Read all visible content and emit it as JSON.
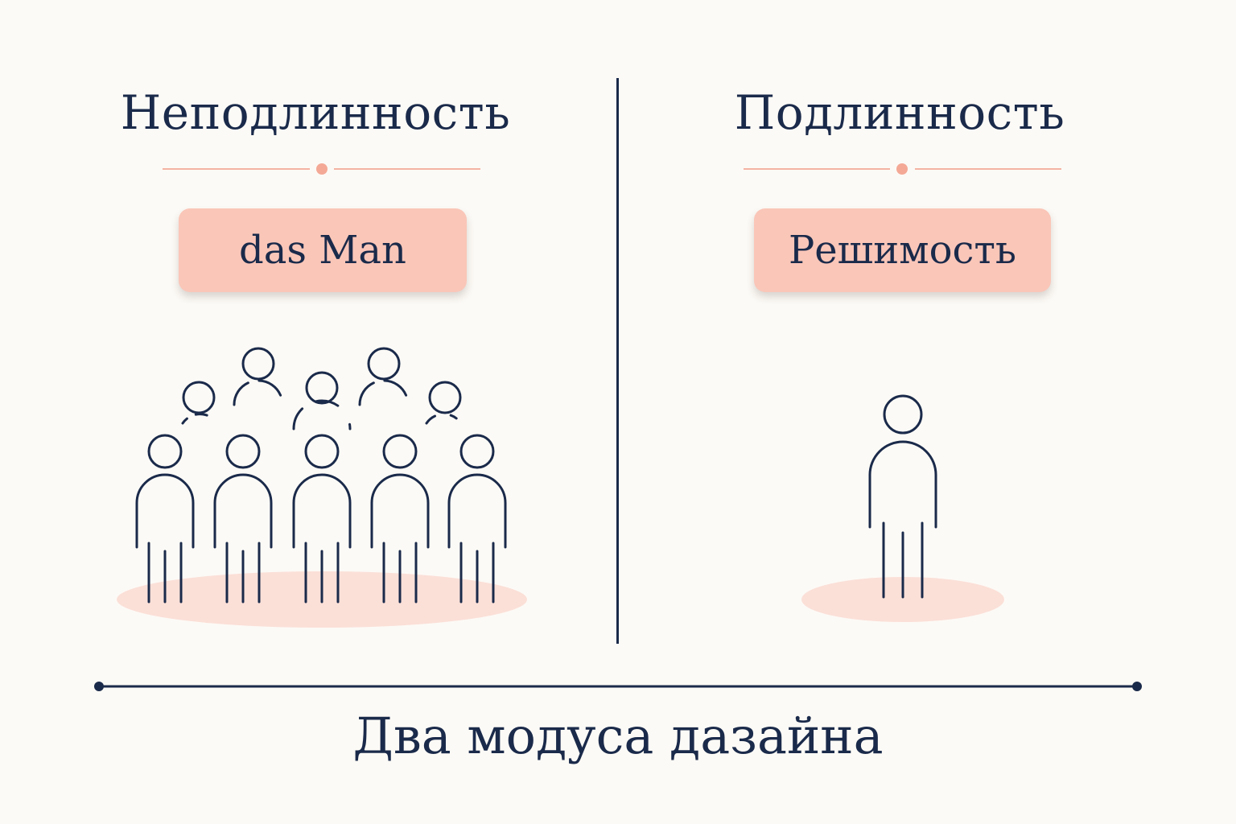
{
  "left": {
    "heading": "Неподлинность",
    "label": "das Man"
  },
  "right": {
    "heading": "Подлинность",
    "label": "Решимость"
  },
  "footer": {
    "caption": "Два модуса дазайна"
  },
  "colors": {
    "ink": "#1a2a4a",
    "accent": "#fac6b8",
    "accent_line": "#f4b3a3",
    "background": "#fcfaf6"
  },
  "icons": {
    "crowd": "crowd-of-people-icon",
    "individual": "single-person-icon"
  }
}
